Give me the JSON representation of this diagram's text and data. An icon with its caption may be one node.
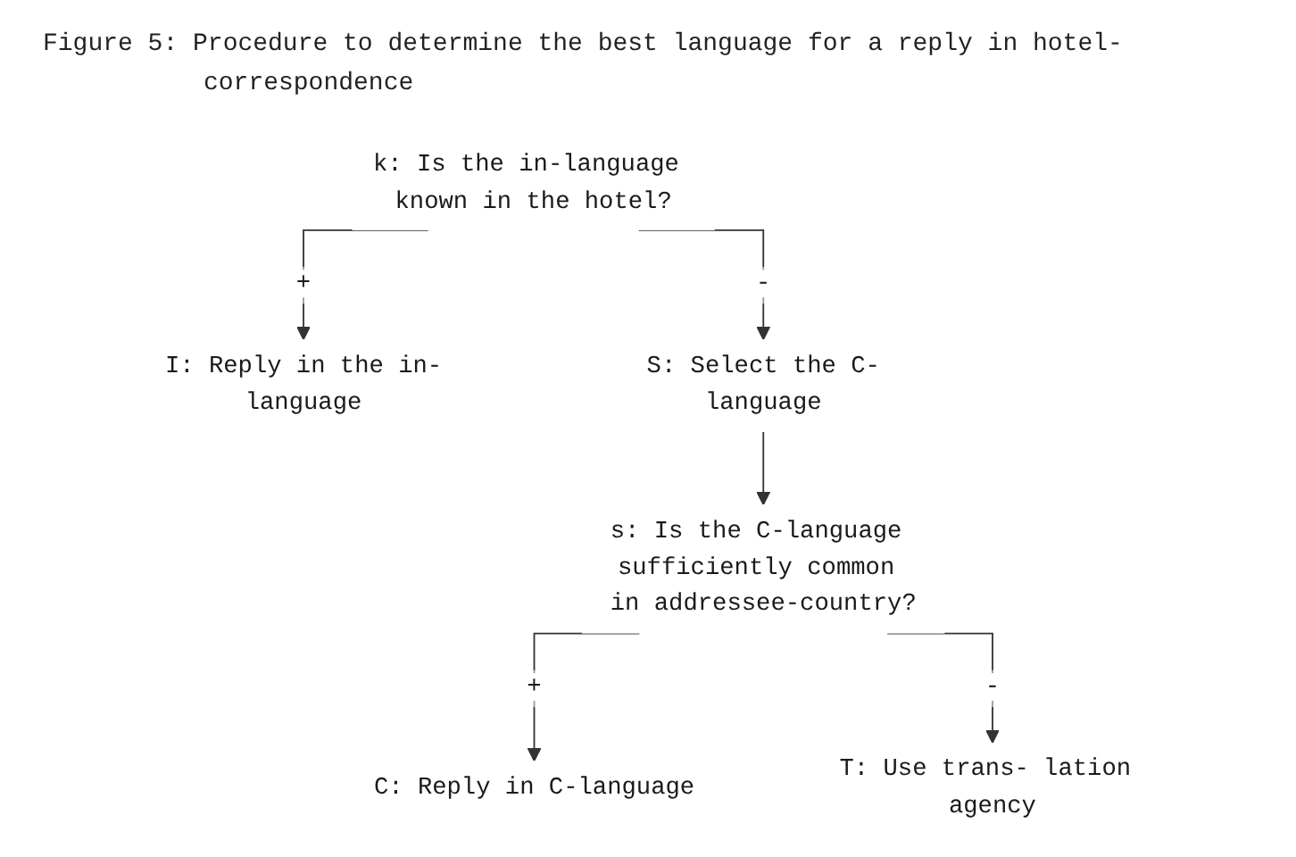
{
  "diagram": {
    "title": "Figure 5: Procedure to determine the best language for a reply in hotel-correspondence",
    "nodes": [
      {
        "text": [
          "k: Is the in-language known in the hotel?"
        ]
      },
      {
        "text": [
          "I: Reply in the in-language"
        ]
      },
      {
        "text": [
          "S: Select the C-language"
        ]
      },
      {
        "text": [
          "s: Is the C-language sufficiently common in addressee-country?"
        ]
      },
      {
        "text": [
          "C: Reply in C-language"
        ]
      },
      {
        "text": [
          "T: Use trans- lation agency"
        ]
      }
    ],
    "edges": [
      {
        "from": 0,
        "to": 1,
        "arrow": "to",
        "label": "+"
      },
      {
        "from": 0,
        "to": 2,
        "arrow": "to",
        "label": "-"
      },
      {
        "from": 2,
        "to": 3,
        "arrow": "to"
      },
      {
        "from": 3,
        "to": 4,
        "arrow": "to",
        "label": "+"
      },
      {
        "from": 3,
        "to": 5,
        "arrow": "to",
        "label": "-"
      }
    ]
  }
}
